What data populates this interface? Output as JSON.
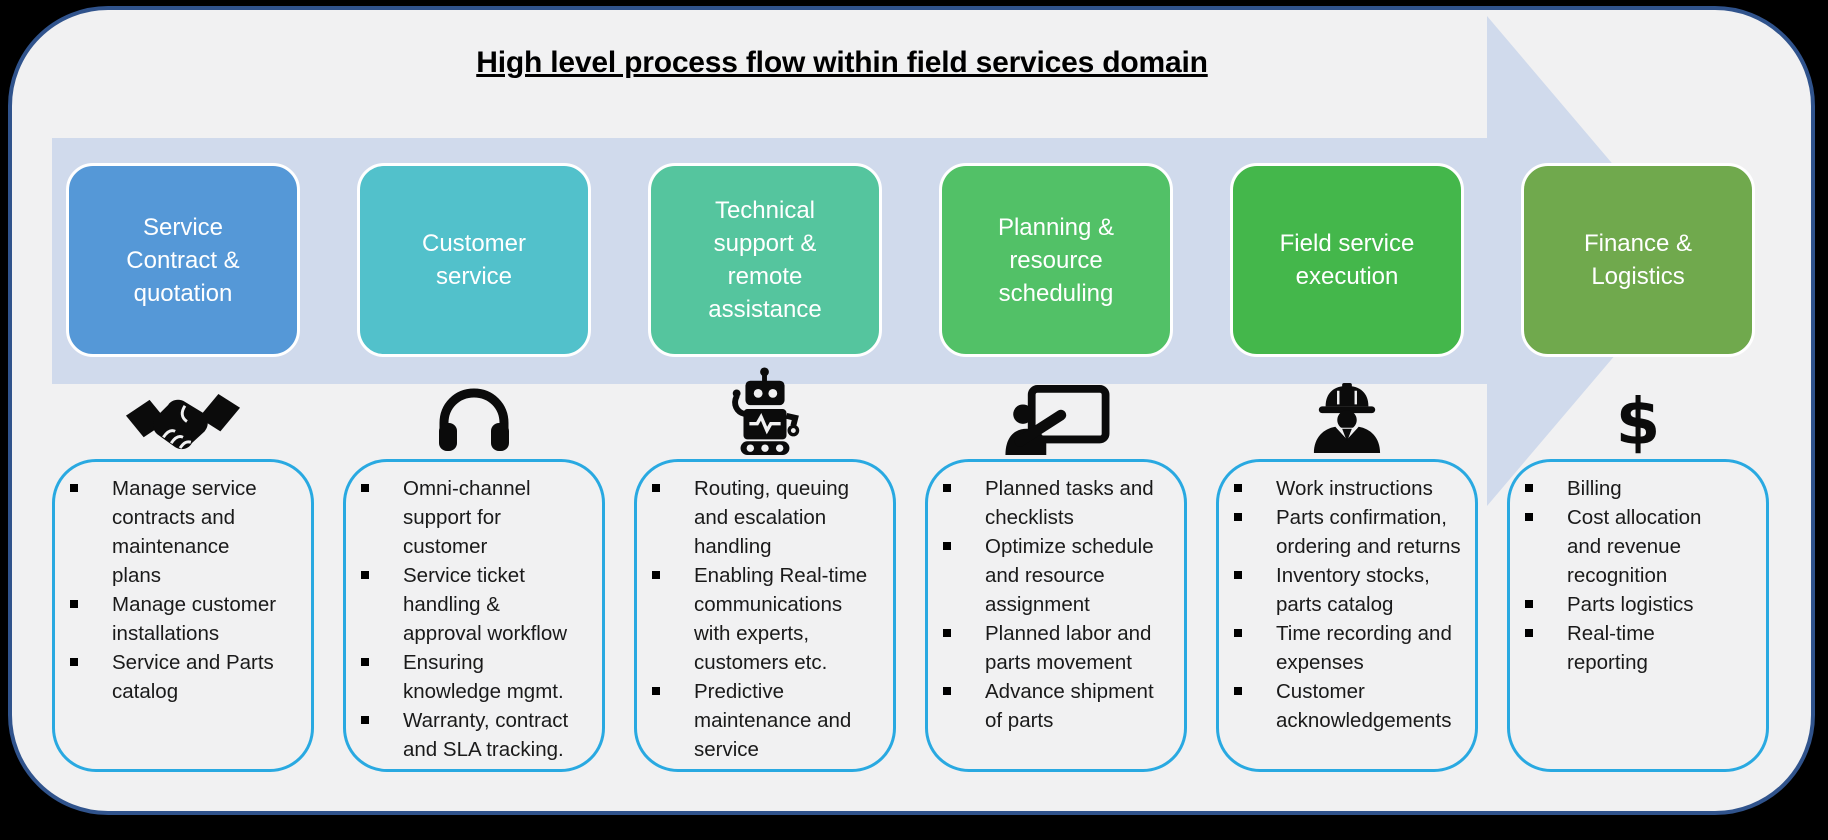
{
  "title": "High level process flow within field services domain",
  "colors": {
    "outside": "#000000",
    "canvas": "#F1F1F2",
    "frame_border": "#30538C",
    "arrow": "#D0DAEC",
    "list_border": "#29A9E1",
    "stage_text": "#FFFFFF",
    "body_text": "#1A1A1A"
  },
  "stages": [
    {
      "label": "Service\nContract &\nquotation",
      "color": "#5598D7",
      "icon": "handshake-icon",
      "items": [
        "Manage service\ncontracts and\nmaintenance\nplans",
        "Manage customer\ninstallations",
        "Service and Parts\ncatalog"
      ]
    },
    {
      "label": "Customer\nservice",
      "color": "#52C1CB",
      "icon": "headphones-icon",
      "items": [
        "Omni-channel\nsupport for\ncustomer",
        "Service ticket\nhandling &\napproval workflow",
        "Ensuring\nknowledge mgmt.",
        "Warranty, contract\nand SLA tracking."
      ]
    },
    {
      "label": "Technical\nsupport &\nremote\nassistance",
      "color": "#55C59E",
      "icon": "robot-icon",
      "items": [
        "Routing, queuing\nand escalation\nhandling",
        "Enabling Real-time\ncommunications\nwith experts,\ncustomers etc.",
        "Predictive\nmaintenance and\nservice"
      ]
    },
    {
      "label": "Planning &\nresource\nscheduling",
      "color": "#52C167",
      "icon": "presenter-icon",
      "items": [
        "Planned tasks and\nchecklists",
        "Optimize schedule\nand resource\nassignment",
        "Planned labor and\nparts movement",
        "Advance shipment\nof parts"
      ]
    },
    {
      "label": "Field service\nexecution",
      "color": "#44B74B",
      "icon": "worker-icon",
      "items": [
        "Work instructions",
        "Parts confirmation,\nordering and returns",
        "Inventory stocks,\nparts catalog",
        "Time recording and\nexpenses",
        "Customer\nacknowledgements"
      ]
    },
    {
      "label": "Finance &\nLogistics",
      "color": "#70A94D",
      "icon": "dollar-icon",
      "icon_glyph": "$",
      "items": [
        "Billing",
        "Cost allocation\nand revenue\nrecognition",
        "Parts logistics",
        "Real-time\nreporting"
      ]
    }
  ]
}
